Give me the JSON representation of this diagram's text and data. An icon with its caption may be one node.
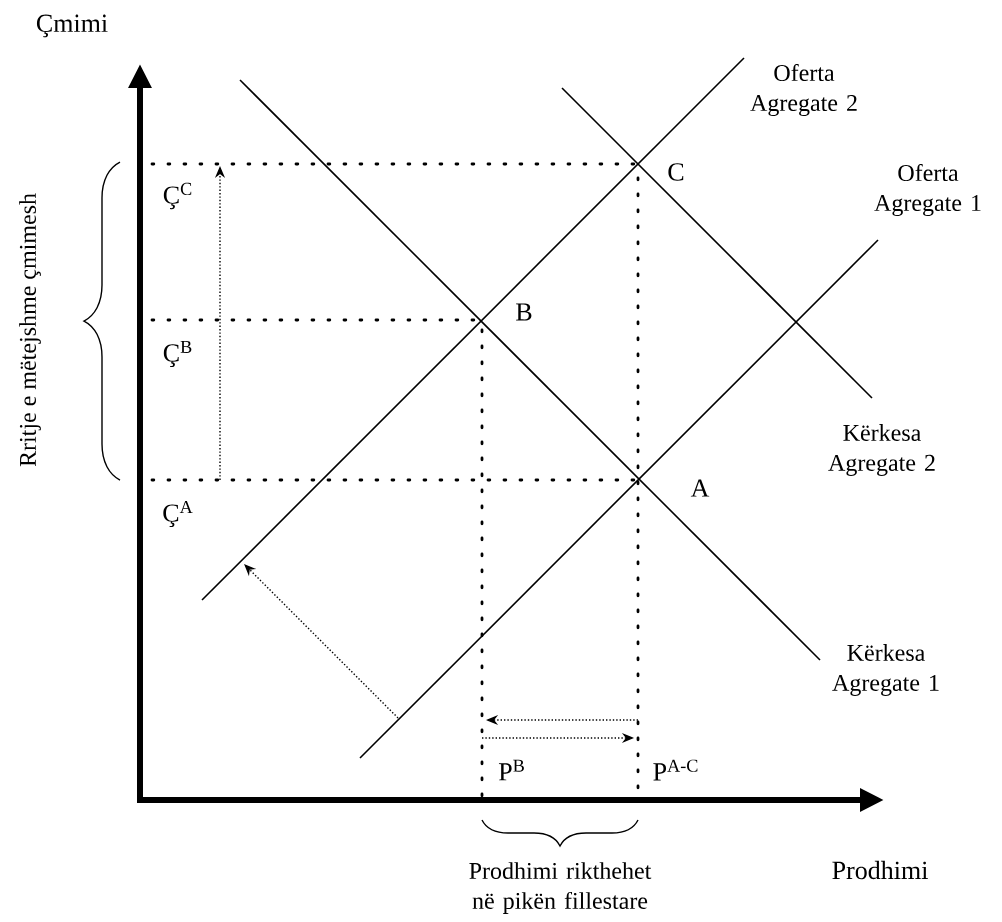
{
  "diagram": {
    "labels": [
      "Çmimi",
      "Oferta Agregate 2",
      "C",
      "Ç$^{C}$",
      "Oferta Agregate 1",
      "B",
      "Ç$^{B}$",
      "Rritje e mëtejshme çmimesh",
      "Kërkesa Agregate 2",
      "Ç$^{A}$",
      "A",
      "Kërkesa Agregate 1",
      "P$^{B}$",
      "P$^{A-C}$",
      "Prodhimi rikthehet në pikën fillestare",
      "Prodhimi"
    ]
  }
}
